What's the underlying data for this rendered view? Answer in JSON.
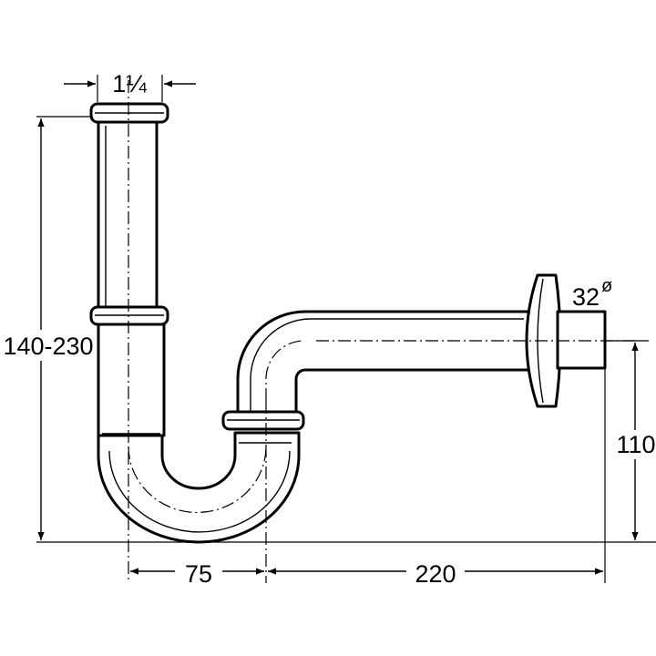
{
  "dimensions": {
    "inlet_diameter": "1¼",
    "total_height": "140-230",
    "trap_offset": "75",
    "outlet_length": "220",
    "outlet_height": "110",
    "outlet_diameter": "32",
    "outlet_diameter_symbol": "ø"
  },
  "colors": {
    "line": "#000000",
    "background": "#ffffff"
  }
}
